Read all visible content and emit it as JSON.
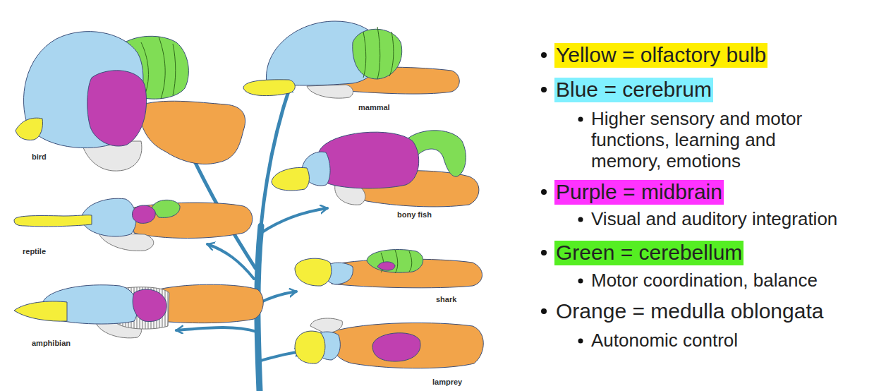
{
  "diagram": {
    "labels": [
      "bird",
      "mammal",
      "bony fish",
      "reptile",
      "shark",
      "amphibian",
      "lamprey",
      "Yellow = olfactory bulb",
      "Blue = cerebrum",
      "Higher sensory and motor functions, learning and memory, emotions",
      "Purple = midbrain",
      "Visual and auditory integration",
      "Green = cerebellum",
      "Motor coordination, balance",
      "Orange = medulla oblongata",
      "Autonomic control"
    ]
  }
}
